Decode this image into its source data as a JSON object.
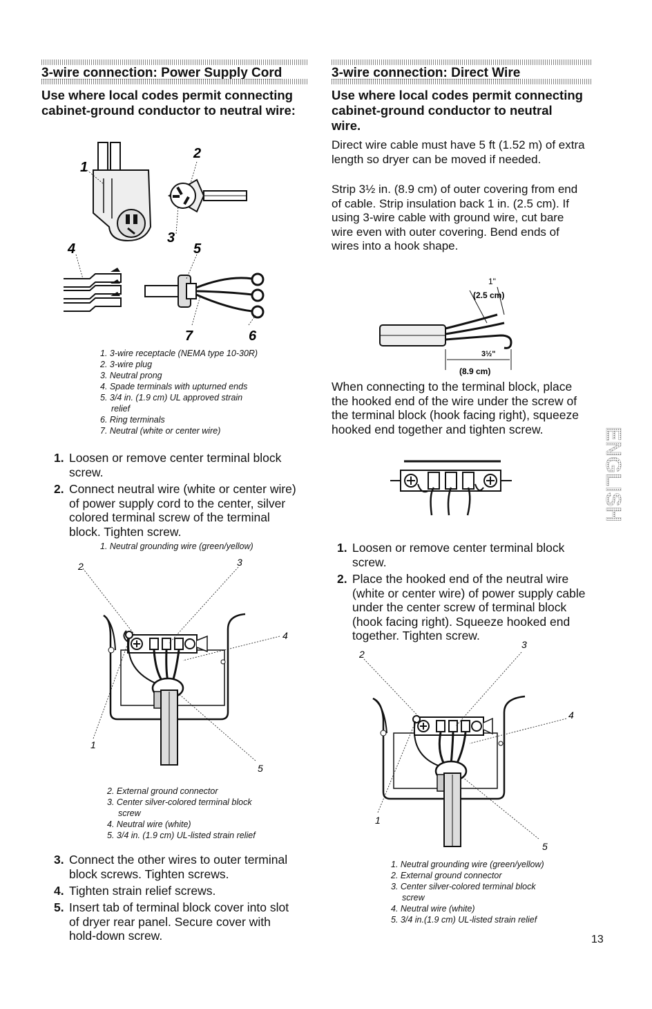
{
  "left": {
    "title": "3-wire connection: Power Supply Cord",
    "lead": "Use where local codes permit connecting cabinet-ground conductor to neutral wire:",
    "fig1_callouts": [
      "1",
      "2",
      "3",
      "4",
      "5",
      "6",
      "7"
    ],
    "fig1_captions": [
      "1. 3-wire receptacle (NEMA type 10-30R)",
      "2. 3-wire plug",
      "3. Neutral prong",
      "4. Spade terminals with upturned ends",
      "5. 3/4 in. (1.9 cm) UL approved strain",
      "relief",
      "6. Ring terminals",
      "7. Neutral (white or center wire)"
    ],
    "steps_a": [
      {
        "num": "1.",
        "text": "Loosen or remove center terminal block screw."
      },
      {
        "num": "2.",
        "text": "Connect neutral wire (white or center wire) of power supply cord to the center, silver colored terminal screw of the terminal block. Tighten screw."
      }
    ],
    "step2_note": "1. Neutral grounding wire (green/yellow)",
    "fig2_callouts": [
      "1",
      "2",
      "3",
      "4",
      "5"
    ],
    "fig2_captions": [
      "2. External ground connector",
      "3. Center silver-colored terminal block",
      "screw",
      "4. Neutral wire (white)",
      "5. 3/4 in. (1.9 cm) UL-listed strain relief"
    ],
    "steps_b": [
      {
        "num": "3.",
        "text": "Connect the other wires to outer terminal block screws. Tighten screws."
      },
      {
        "num": "4.",
        "text": "Tighten strain relief screws."
      },
      {
        "num": "5.",
        "text": "Insert tab of terminal block cover into slot of dryer rear panel. Secure cover with hold-down screw."
      }
    ]
  },
  "right": {
    "title": "3-wire connection: Direct Wire",
    "lead": "Use where local codes permit connecting cabinet-ground conductor to neutral wire.",
    "para1": "Direct wire cable must have 5 ft (1.52 m) of extra length so dryer can be moved if needed.",
    "para2": "Strip 3½ in. (8.9 cm) of outer covering from end of cable. Strip insulation back 1 in. (2.5 cm). If using 3-wire cable with ground wire, cut bare wire even with outer covering. Bend ends of wires into a hook shape.",
    "fig3_labels": [
      "1\"",
      "(2.5 cm)",
      "3½\"",
      "(8.9 cm)"
    ],
    "para3": "When connecting to the terminal block, place the hooked end of the wire under the screw of the terminal block (hook facing right), squeeze hooked end together and tighten screw.",
    "steps": [
      {
        "num": "1.",
        "text": "Loosen or remove center terminal block screw."
      },
      {
        "num": "2.",
        "text": "Place the hooked end of the neutral wire (white or center wire) of power supply cable under the center screw of terminal block (hook facing right). Squeeze hooked end together. Tighten screw."
      }
    ],
    "fig5_callouts": [
      "1",
      "2",
      "3",
      "4",
      "5"
    ],
    "fig5_captions": [
      "1. Neutral grounding wire (green/yellow)",
      "2. External ground connector",
      "3. Center silver-colored terminal block",
      "screw",
      "4. Neutral wire (white)",
      "5. 3/4 in.(1.9 cm) UL-listed strain relief"
    ]
  },
  "side_tab": "ENGLISH",
  "page_number": "13"
}
